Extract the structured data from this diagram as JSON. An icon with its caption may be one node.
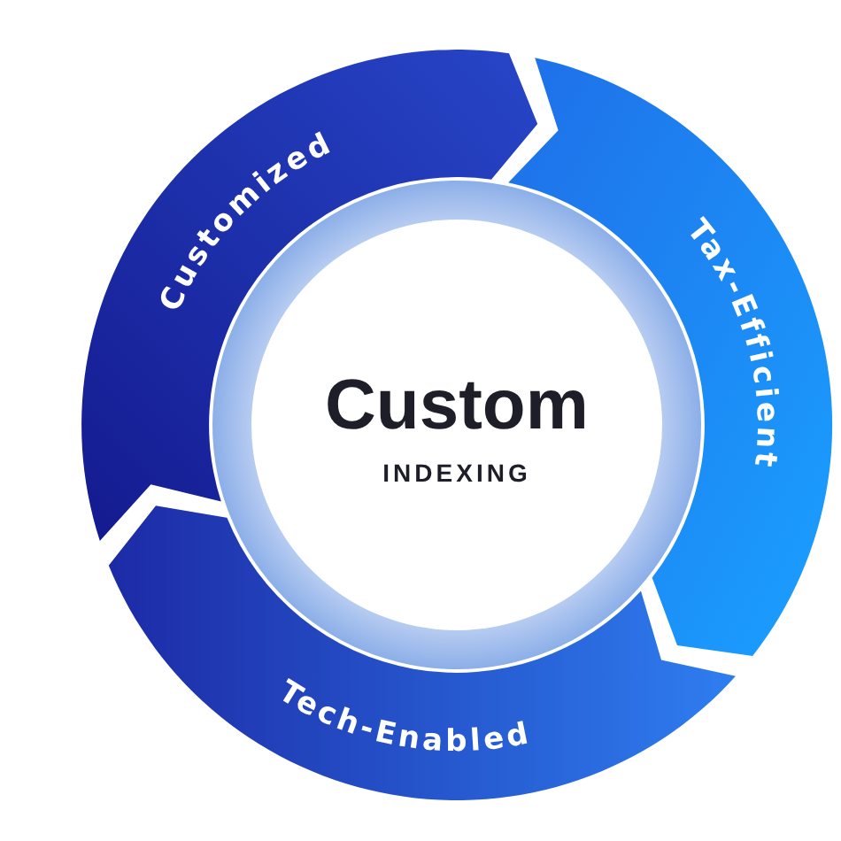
{
  "diagram": {
    "nodes": [
      {
        "text": [
          "Custom",
          "INDEXING"
        ]
      },
      {
        "text": [
          "Customized"
        ]
      },
      {
        "text": [
          "Tax-Efficient"
        ]
      },
      {
        "text": [
          "Tech-Enabled"
        ]
      }
    ]
  }
}
